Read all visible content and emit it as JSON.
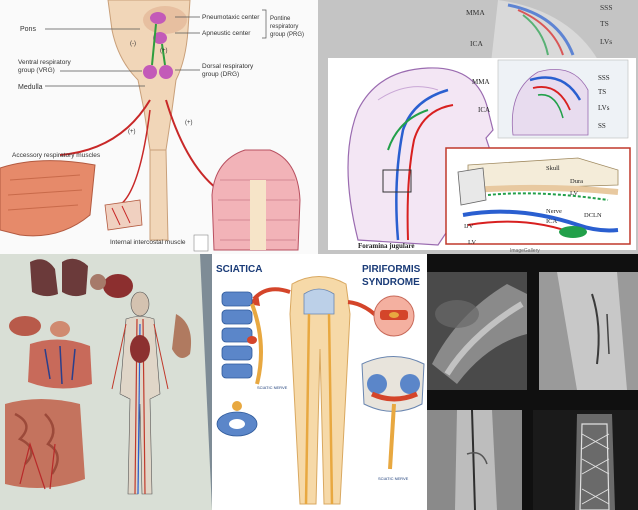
{
  "respiratory_diagram": {
    "labels": {
      "pons": "Pons",
      "pneumotaxic": "Pneumotaxic center",
      "apneustic": "Apneustic center",
      "pontine_group": "Pontine respiratory group (PRG)",
      "vrg": "Ventral respiratory group (VRG)",
      "drg": "Dorsal respiratory group (DRG)",
      "medulla": "Medulla",
      "minus": "(-)",
      "plus": "(+)",
      "accessory": "Accessory respiratory muscles",
      "internal_intercostal": "Internal intercostal muscle"
    }
  },
  "venous_diagram": {
    "labels": {
      "sss": "SSS",
      "ts": "TS",
      "lvs": "LVs",
      "ss": "SS",
      "mma": "MMA",
      "ica": "ICA",
      "skull": "Skull",
      "dura": "Dura",
      "lv": "LV",
      "nerve": "Nerve",
      "dclx": "DCLN",
      "ijv": "IJV",
      "foramina": "Foramina jugulare",
      "gallery": "ImageGallery"
    },
    "colors": {
      "artery": "#d82020",
      "vein": "#2a5fd0",
      "lymph": "#22a04a"
    }
  },
  "anatomy_chart": {
    "description_icons": [
      "lungs",
      "heart",
      "vascular-figure",
      "intestines"
    ]
  },
  "sciatica_diagram": {
    "labels": {
      "sciatica": "SCIATICA",
      "piriformis_line1": "PIRIFORMIS",
      "piriformis_line2": "SYNDROME",
      "sciatic_nerve": "SCIATIC NERVE"
    }
  },
  "xray_grid": {
    "panels": [
      "xray-upper-left",
      "xray-upper-right",
      "xray-lower-left",
      "xray-lower-right"
    ]
  }
}
